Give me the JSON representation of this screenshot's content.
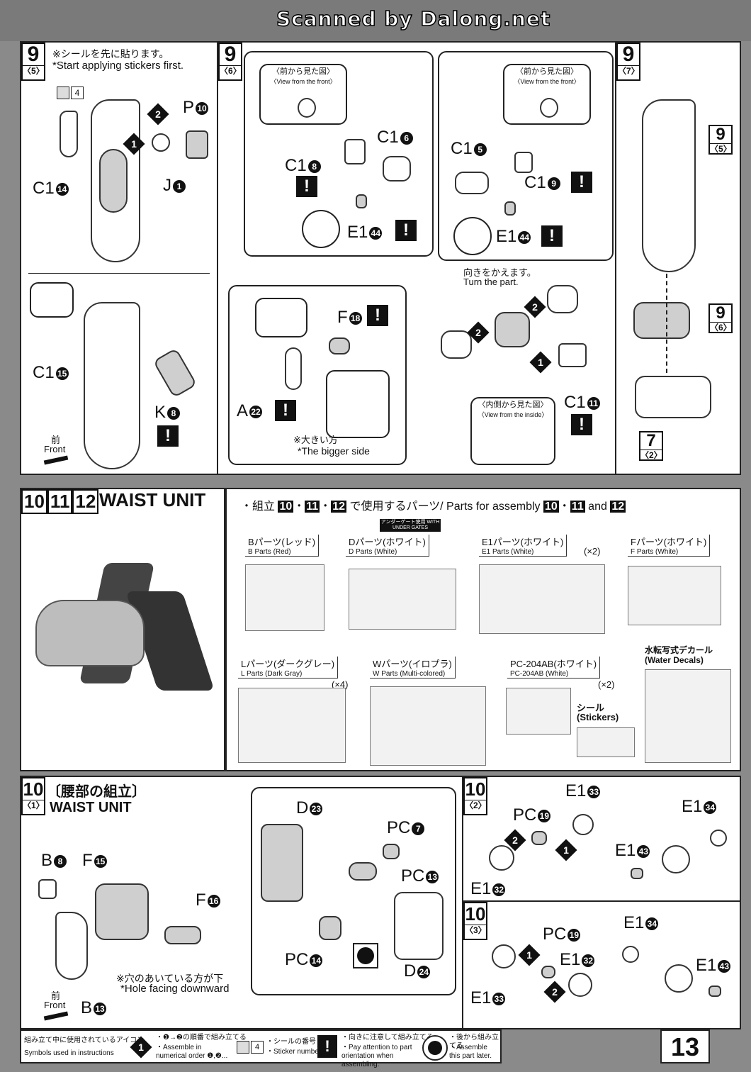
{
  "header": {
    "scan_title": "Scanned by Dalong.net"
  },
  "step9_5": {
    "step": "9",
    "sub": "〈5〉",
    "note_jp": "※シールを先に貼ります。",
    "note_en": "*Start applying stickers first.",
    "sticker_num": "4",
    "parts": {
      "p10": "P",
      "p10n": "10",
      "j1": "J",
      "j1n": "1",
      "c14": "C1",
      "c14n": "14",
      "c15": "C1",
      "c15n": "15",
      "k8": "K",
      "k8n": "8"
    },
    "order": [
      "2",
      "1"
    ],
    "front_jp": "前",
    "front_en": "Front"
  },
  "step9_6": {
    "step": "9",
    "sub": "〈6〉",
    "view_front_jp": "〈前から見た図〉",
    "view_front_en": "〈View from the front〉",
    "parts": {
      "c18": "C1",
      "c18n": "8",
      "c16": "C1",
      "c16n": "6",
      "e144": "E1",
      "e144n": "44",
      "f18": "F",
      "f18n": "18",
      "a22": "A",
      "a22n": "22"
    },
    "bigger_jp": "※大きい方",
    "bigger_en": "*The bigger side"
  },
  "step9_6b": {
    "view_front_jp": "〈前から見た図〉",
    "view_front_en": "〈View from the front〉",
    "parts": {
      "c15": "C1",
      "c15n": "5",
      "c19": "C1",
      "c19n": "9",
      "e144": "E1",
      "e144n": "44",
      "c111": "C1",
      "c111n": "11"
    },
    "turn_jp": "向きをかえます。",
    "turn_en": "Turn the part.",
    "inside_jp": "〈内側から見た図〉",
    "inside_en": "〈View from the inside〉",
    "order": [
      "2",
      "2",
      "1"
    ]
  },
  "step9_7": {
    "step": "9",
    "sub": "〈7〉",
    "refs": [
      {
        "step": "9",
        "sub": "〈5〉"
      },
      {
        "step": "9",
        "sub": "〈6〉"
      },
      {
        "step": "7",
        "sub": "〈2〉"
      }
    ]
  },
  "waist": {
    "steps": [
      "10",
      "11",
      "12"
    ],
    "title": "WAIST UNIT",
    "parts_header_jp": "・組立",
    "parts_header_mid": "で使用するパーツ/ Parts for assembly",
    "parts_header_and": "and",
    "under_gate": "アンダーゲート使用 WITH UNDER GATES",
    "runners": [
      {
        "jp": "Bパーツ(レッド)",
        "en": "B Parts (Red)",
        "mult": ""
      },
      {
        "jp": "Dパーツ(ホワイト)",
        "en": "D Parts (White)",
        "mult": ""
      },
      {
        "jp": "E1パーツ(ホワイト)",
        "en": "E1 Parts (White)",
        "mult": "(×2)"
      },
      {
        "jp": "Fパーツ(ホワイト)",
        "en": "F Parts (White)",
        "mult": ""
      },
      {
        "jp": "Lパーツ(ダークグレー)",
        "en": "L Parts (Dark Gray)",
        "mult": "(×4)"
      },
      {
        "jp": "Wパーツ(イロプラ)",
        "en": "W Parts (Multi-colored)",
        "mult": ""
      },
      {
        "jp": "PC-204AB(ホワイト)",
        "en": "PC-204AB (White)",
        "mult": "(×2)"
      }
    ],
    "stickers_jp": "シール",
    "stickers_en": "(Stickers)",
    "decal_jp": "水転写式デカール",
    "decal_en": "(Water Decals)"
  },
  "step10_1": {
    "step": "10",
    "sub": "〈1〉",
    "title_jp": "〔腰部の組立〕",
    "title_en": "WAIST UNIT",
    "parts": {
      "b8": "B",
      "b8n": "8",
      "f15": "F",
      "f15n": "15",
      "f16": "F",
      "f16n": "16",
      "b13": "B",
      "b13n": "13",
      "d23": "D",
      "d23n": "23",
      "pc7": "PC",
      "pc7n": "7",
      "pc13": "PC",
      "pc13n": "13",
      "pc14": "PC",
      "pc14n": "14",
      "d24": "D",
      "d24n": "24"
    },
    "hole_jp": "※穴のあいている方が下",
    "hole_en": "*Hole facing downward",
    "front_jp": "前",
    "front_en": "Front"
  },
  "step10_2": {
    "step": "10",
    "sub": "〈2〉",
    "parts": {
      "e133": "E1",
      "e133n": "33",
      "pc19": "PC",
      "pc19n": "19",
      "e132": "E1",
      "e132n": "32",
      "e134": "E1",
      "e134n": "34",
      "e143": "E1",
      "e143n": "43"
    },
    "order": [
      "2",
      "1"
    ]
  },
  "step10_3": {
    "step": "10",
    "sub": "〈3〉",
    "parts": {
      "pc19": "PC",
      "pc19n": "19",
      "e134": "E1",
      "e134n": "34",
      "e132": "E1",
      "e132n": "32",
      "e133": "E1",
      "e133n": "33",
      "e143": "E1",
      "e143n": "43"
    },
    "order": [
      "1",
      "2"
    ]
  },
  "legend": {
    "title_jp": "組み立て中に使用されているアイコン",
    "title_en": "Symbols used in instructions",
    "items": [
      {
        "jp": "・❶→❷の順番で組み立てる",
        "en": "・Assemble in numerical order ❶,❷..."
      },
      {
        "jp": "・シールの番号",
        "en": "・Sticker number"
      },
      {
        "jp": "・向きに注意して組み立てる",
        "en": "・Pay attention to part orientation when assembling."
      },
      {
        "jp": "・後から組み立てる",
        "en": "・Assemble this part later."
      }
    ],
    "icon_order": "1",
    "icon_sticker": "4",
    "icon_warn": "!"
  },
  "page_number": "13"
}
